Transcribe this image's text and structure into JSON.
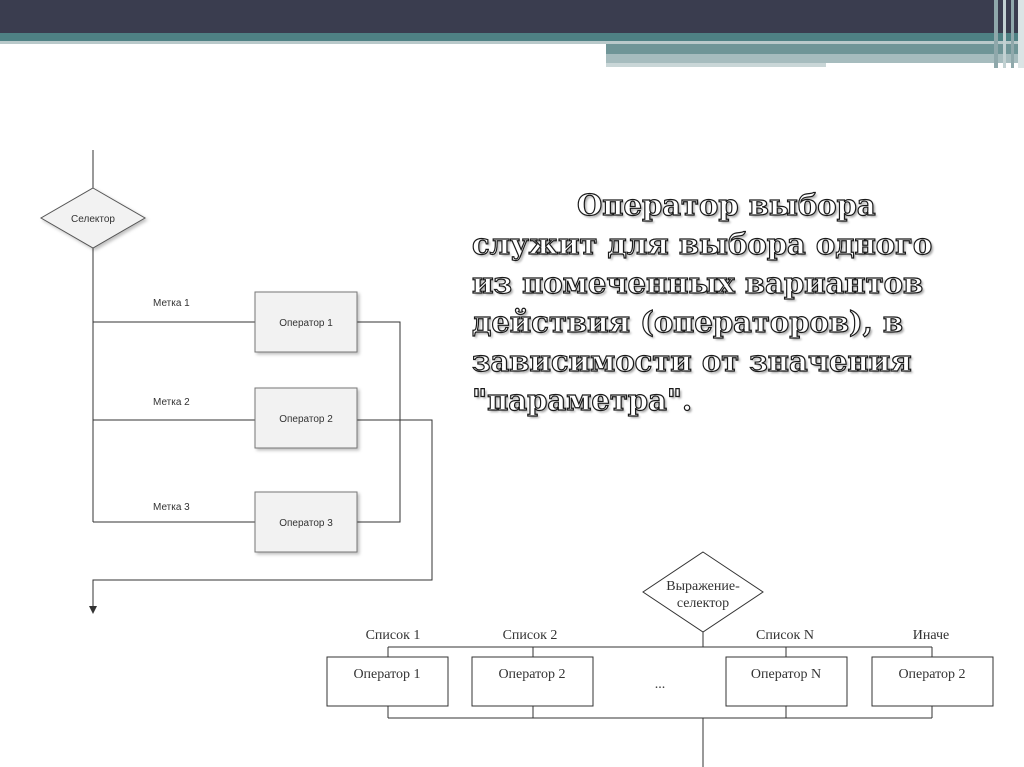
{
  "main_text": {
    "lines": [
      "Оператор выбора",
      "служит для выбора одного",
      "из помеченных вариантов",
      "действия (операторов), в",
      "зависимости от значения",
      "\"параметра\"."
    ]
  },
  "flowchart_left": {
    "selector": "Селектор",
    "labels": [
      "Метка 1",
      "Метка 2",
      "Метка 3"
    ],
    "operators": [
      "Оператор 1",
      "Оператор 2",
      "Оператор 3"
    ]
  },
  "flowchart_bottom": {
    "selector_line1": "Выражение-",
    "selector_line2": "селектор",
    "lists": [
      "Список 1",
      "Список 2",
      "Список N",
      "Иначе"
    ],
    "operators": [
      "Оператор 1",
      "Оператор 2",
      "Оператор N",
      "Оператор 2"
    ],
    "ellipsis": "..."
  },
  "colors": {
    "header_dark": "#3a3d4f",
    "header_teal": "#4e8184",
    "header_light": "#9fb3b5",
    "box_fill": "#f2f2f2",
    "line": "#333333"
  }
}
